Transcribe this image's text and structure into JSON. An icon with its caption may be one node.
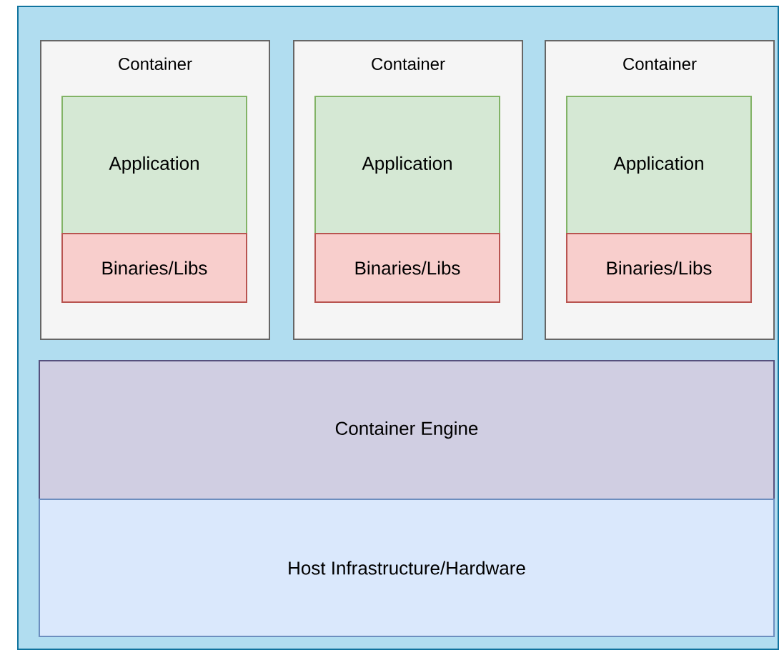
{
  "diagram": {
    "nodes": [
      {
        "text": [],
        "shape": "box"
      },
      {
        "text": [
          "Container"
        ],
        "in": 0
      },
      {
        "text": [
          "Application"
        ],
        "in": 1
      },
      {
        "text": [
          "Binaries/Libs"
        ],
        "in": 1
      },
      {
        "text": [
          "Container"
        ],
        "in": 0
      },
      {
        "text": [
          "Application"
        ],
        "in": 4
      },
      {
        "text": [
          "Binaries/Libs"
        ],
        "in": 4
      },
      {
        "text": [
          "Container"
        ],
        "in": 0
      },
      {
        "text": [
          "Application"
        ],
        "in": 7
      },
      {
        "text": [
          "Binaries/Libs"
        ],
        "in": 7
      },
      {
        "text": [
          "Container Engine"
        ],
        "in": 0
      },
      {
        "text": [
          "Host Infrastructure/Hardware"
        ],
        "in": 0
      }
    ],
    "edges": []
  }
}
